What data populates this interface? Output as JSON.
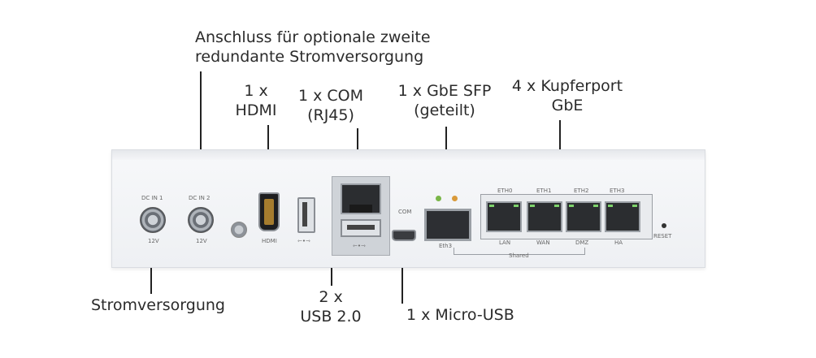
{
  "labels": {
    "redundant_power": [
      "Anschluss für optionale zweite",
      "redundante Stromversorgung"
    ],
    "hdmi": [
      "1 x",
      "HDMI"
    ],
    "com": [
      "1 x COM",
      "(RJ45)"
    ],
    "sfp": [
      "1 x GbE SFP",
      "(geteilt)"
    ],
    "copper": [
      "4 x Kupferport",
      "GbE"
    ],
    "power": "Stromversorgung",
    "usb2": [
      "2 x",
      "USB 2.0"
    ],
    "micro_usb": "1 x Micro-USB"
  },
  "device": {
    "dc_in1": "DC IN 1",
    "dc_in2": "DC IN 2",
    "volt1": "12V",
    "volt2": "12V",
    "hdmi_mark": "HDMI",
    "com_mark": "COM",
    "sfp_mark": "Eth3",
    "port_names": [
      "ETH0",
      "ETH1",
      "ETH2",
      "ETH3"
    ],
    "port_roles": [
      "LAN",
      "WAN",
      "DMZ",
      "HA"
    ],
    "shared_mark": "Shared",
    "reset_mark": "RESET",
    "usb_symbol": "⇽•⇾"
  },
  "colors": {
    "led_green": "#7ab648",
    "led_amber": "#d99a3a",
    "callout": "#222222"
  }
}
